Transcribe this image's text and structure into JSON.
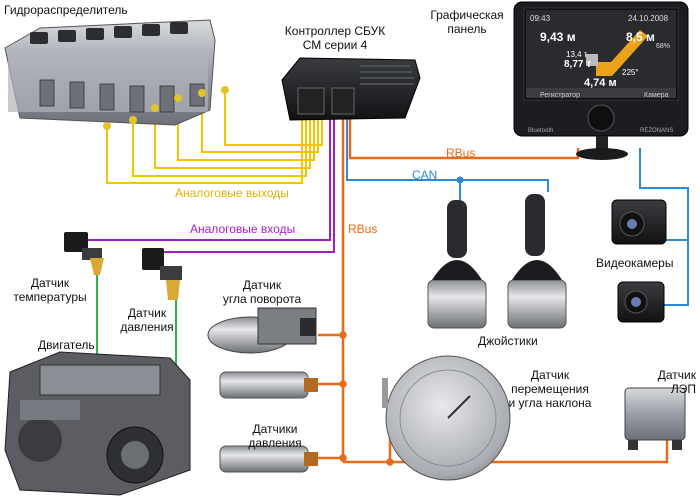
{
  "labels": {
    "valve": "Гидрораспределитель",
    "controller_line1": "Контроллер СБУК",
    "controller_line2": "СМ серии 4",
    "panel_line1": "Графическая",
    "panel_line2": "панель",
    "temp_line1": "Датчик",
    "temp_line2": "температуры",
    "press_line1": "Датчик",
    "press_line2": "давления",
    "engine": "Двигатель",
    "angle_line1": "Датчик",
    "angle_line2": "угла поворота",
    "pressures_line1": "Датчики",
    "pressures_line2": "давления",
    "joysticks": "Джойстики",
    "cameras": "Видеокамеры",
    "move_line1": "Датчик",
    "move_line2": "перемещения",
    "move_line3": "и угла наклона",
    "lep_line1": "Датчик",
    "lep_line2": "ЛЭП"
  },
  "buses": {
    "analog_out": "Аналоговые выходы",
    "analog_in": "Аналоговые входы",
    "rbus_top": "RBus",
    "rbus_vertical": "RBus",
    "can": "CAN"
  },
  "screen": {
    "date": "24.10.2008",
    "time": "09:43",
    "reading_1": "9,43 м",
    "reading_2": "8,5 м",
    "reading_3": "13,4 т",
    "reading_4": "8,77 т",
    "reading_5": "4,74 м",
    "angle": "225°",
    "percent": "68%",
    "btn_left": "Регистратор",
    "btn_right": "Камера",
    "brand_left": "Bluetooth",
    "brand_right": "REZONANS"
  },
  "colors": {
    "analog_out": "#f2c500",
    "analog_in": "#a020c0",
    "rbus": "#e86a1a",
    "can": "#2e8ad8",
    "engine_link": "#2db34a"
  }
}
